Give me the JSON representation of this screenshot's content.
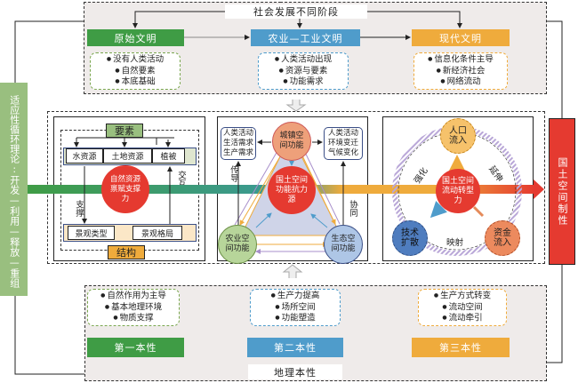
{
  "top": {
    "section_label": "社会发展不同阶段",
    "stages": [
      {
        "label": "原始文明",
        "color": "#3f9c45",
        "bullets": [
          "没有人类活动",
          "自然要素",
          "本底基础"
        ]
      },
      {
        "label": "农业—工业文明",
        "color": "#4f9ccb",
        "bullets": [
          "人类活动出现",
          "资源与要素",
          "功能需求"
        ]
      },
      {
        "label": "现代文明",
        "color": "#efab3c",
        "bullets": [
          "信息化条件主导",
          "新经济社会",
          "网络流动"
        ]
      }
    ]
  },
  "left_side": {
    "label": "适应性循环理论:开发—利用—释放—重组",
    "color": "#99bf7f"
  },
  "right_side": {
    "label": "国土空间制性",
    "color": "#e53a30"
  },
  "panel1": {
    "top_label": "要素",
    "elements": [
      "水资源",
      "土地资源",
      "植被"
    ],
    "center": "自然资源禀赋支撑力",
    "support_label": "支撑",
    "interact_label": "交互",
    "landscape": [
      "景观类型",
      "景观格局"
    ],
    "bottom_label": "结构"
  },
  "panel2": {
    "left_box": [
      "人类活动",
      "生活需求",
      "生产需求"
    ],
    "right_box": [
      "人类活动",
      "环境变迁",
      "气候变化"
    ],
    "top_circle": "城镇空间功能",
    "left_circle": "农业空间功能",
    "right_circle": "生态空间功能",
    "center": "国土空间功能抗力源",
    "transmit_label": "传导",
    "coordinate_label": "协同"
  },
  "panel3": {
    "center": "国土空间流动转型力",
    "top_circle": "人口流入",
    "left_circle": "技术扩散",
    "right_circle": "资金流入",
    "label_strengthen": "强化",
    "label_extend": "延伸",
    "label_map": "映射"
  },
  "bottom": {
    "section_label": "地理本性",
    "stages": [
      {
        "label": "第一本性",
        "color": "#3f9c45",
        "bullets": [
          "自然作用为主导",
          "基本地理环境",
          "物质支撑"
        ]
      },
      {
        "label": "第二本性",
        "color": "#4f9ccb",
        "bullets": [
          "生产力提高",
          "场所空间",
          "功能塑造"
        ]
      },
      {
        "label": "第三本性",
        "color": "#efab3c",
        "bullets": [
          "生产方式转变",
          "流动空间",
          "流动牵引"
        ]
      }
    ]
  }
}
